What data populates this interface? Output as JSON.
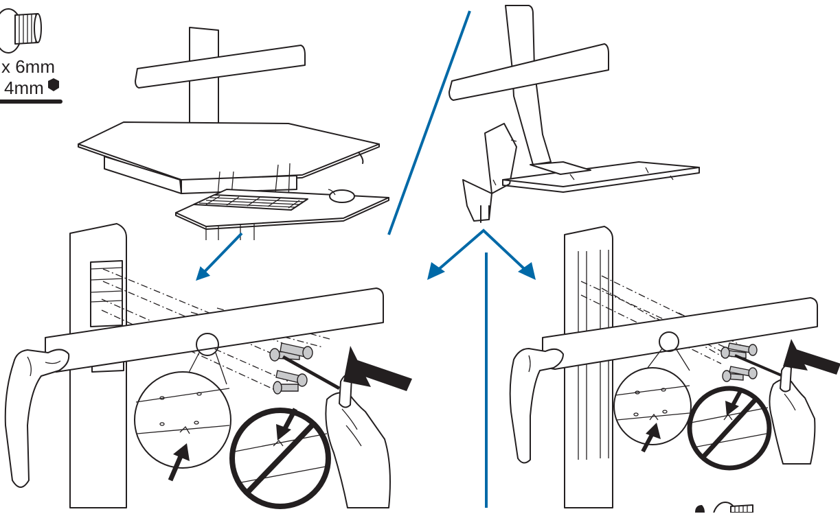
{
  "hardware": {
    "screw_size": "x 6mm",
    "hex_size": "4mm",
    "screw_icon": "screw-icon",
    "hex_key_icon": "hex-key-icon"
  },
  "colors": {
    "line": "#231f20",
    "accent": "#0069a7",
    "screw_fill": "#c8c9cb",
    "background": "#ffffff"
  },
  "steps": [
    {
      "name": "desk-converter-front-view",
      "icon": "desk-converter-icon"
    },
    {
      "name": "desk-converter-rear-view",
      "icon": "desk-converter-icon"
    },
    {
      "name": "attach-bar-to-column-left",
      "icon": "bracket-install-icon"
    },
    {
      "name": "attach-bar-to-column-right",
      "icon": "bracket-install-icon"
    }
  ],
  "callouts": {
    "correct_orientation": "notch-correct-icon",
    "incorrect_orientation": "prohibited-icon"
  }
}
